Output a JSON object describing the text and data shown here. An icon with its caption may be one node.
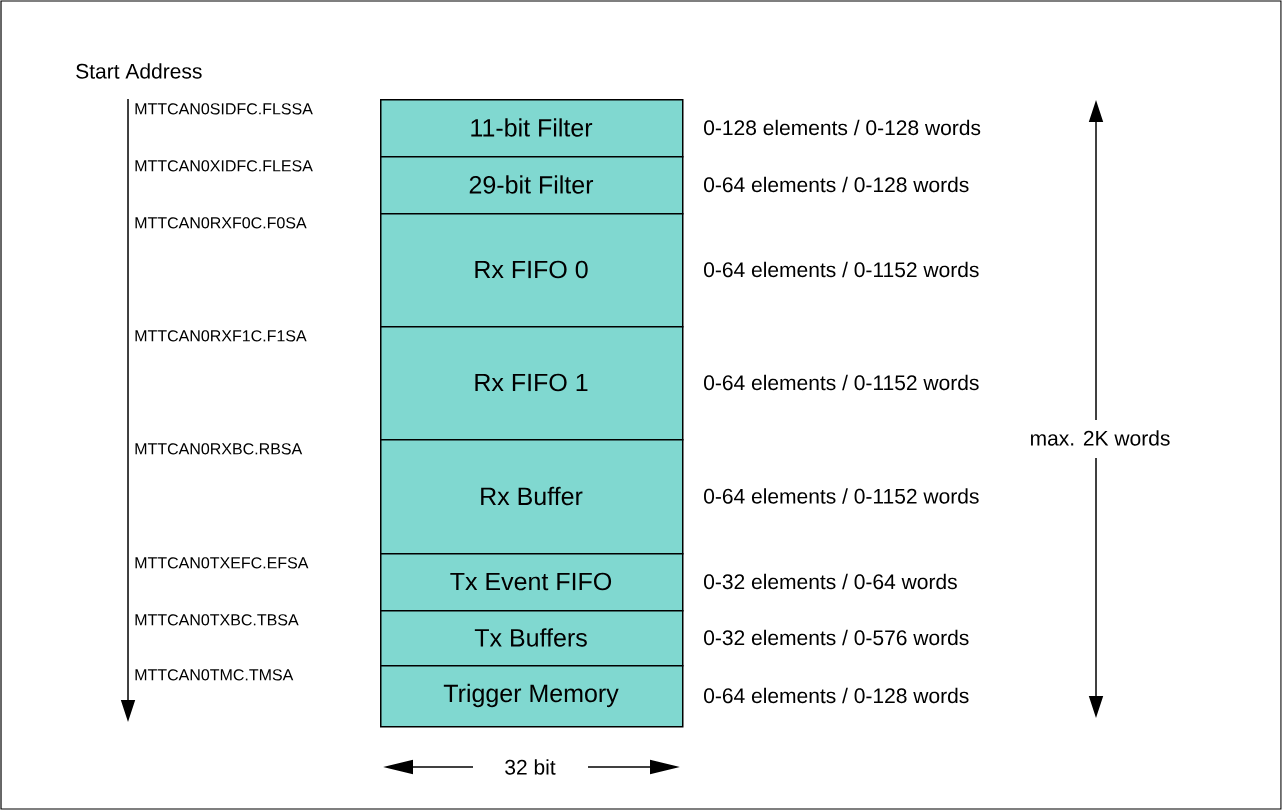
{
  "diagram": {
    "nodes": [
      {
        "text": [
          "11-bit Filter"
        ],
        "beside": [
          "0-128 elements / 0-128 words"
        ]
      },
      {
        "text": [
          "29-bit Filter"
        ],
        "beside": [
          "0-64 elements / 0-128 words"
        ]
      },
      {
        "text": [
          "Rx FIFO 0"
        ],
        "beside": [
          "0-64 elements / 0-1152 words"
        ]
      },
      {
        "text": [
          "Rx FIFO 1"
        ],
        "beside": [
          "0-64 elements / 0-1152 words"
        ]
      },
      {
        "text": [
          "Rx Buffer"
        ],
        "beside": [
          "0-64 elements / 0-1152 words"
        ]
      },
      {
        "text": [
          "Tx Event FIFO"
        ],
        "beside": [
          "0-32 elements / 0-64 words"
        ]
      },
      {
        "text": [
          "Tx Buffers"
        ],
        "beside": [
          "0-32 elements / 0-576 words"
        ]
      },
      {
        "text": [
          "Trigger Memory"
        ],
        "beside": [
          "0-64 elements / 0-128 words"
        ]
      }
    ],
    "labels": [
      "Start Address",
      "MTTCAN0SIDFC.FLSSA",
      "MTTCAN0XIDFC.FLESA",
      "MTTCAN0RXF0C.F0SA",
      "MTTCAN0RXF1C.F1SA",
      "MTTCAN0RXBC.RBSA",
      "MTTCAN0TXEFC.EFSA",
      "MTTCAN0TXBC.TBSA",
      "MTTCAN0TMC.TMSA",
      "max. 2K words",
      "32 bit"
    ]
  }
}
